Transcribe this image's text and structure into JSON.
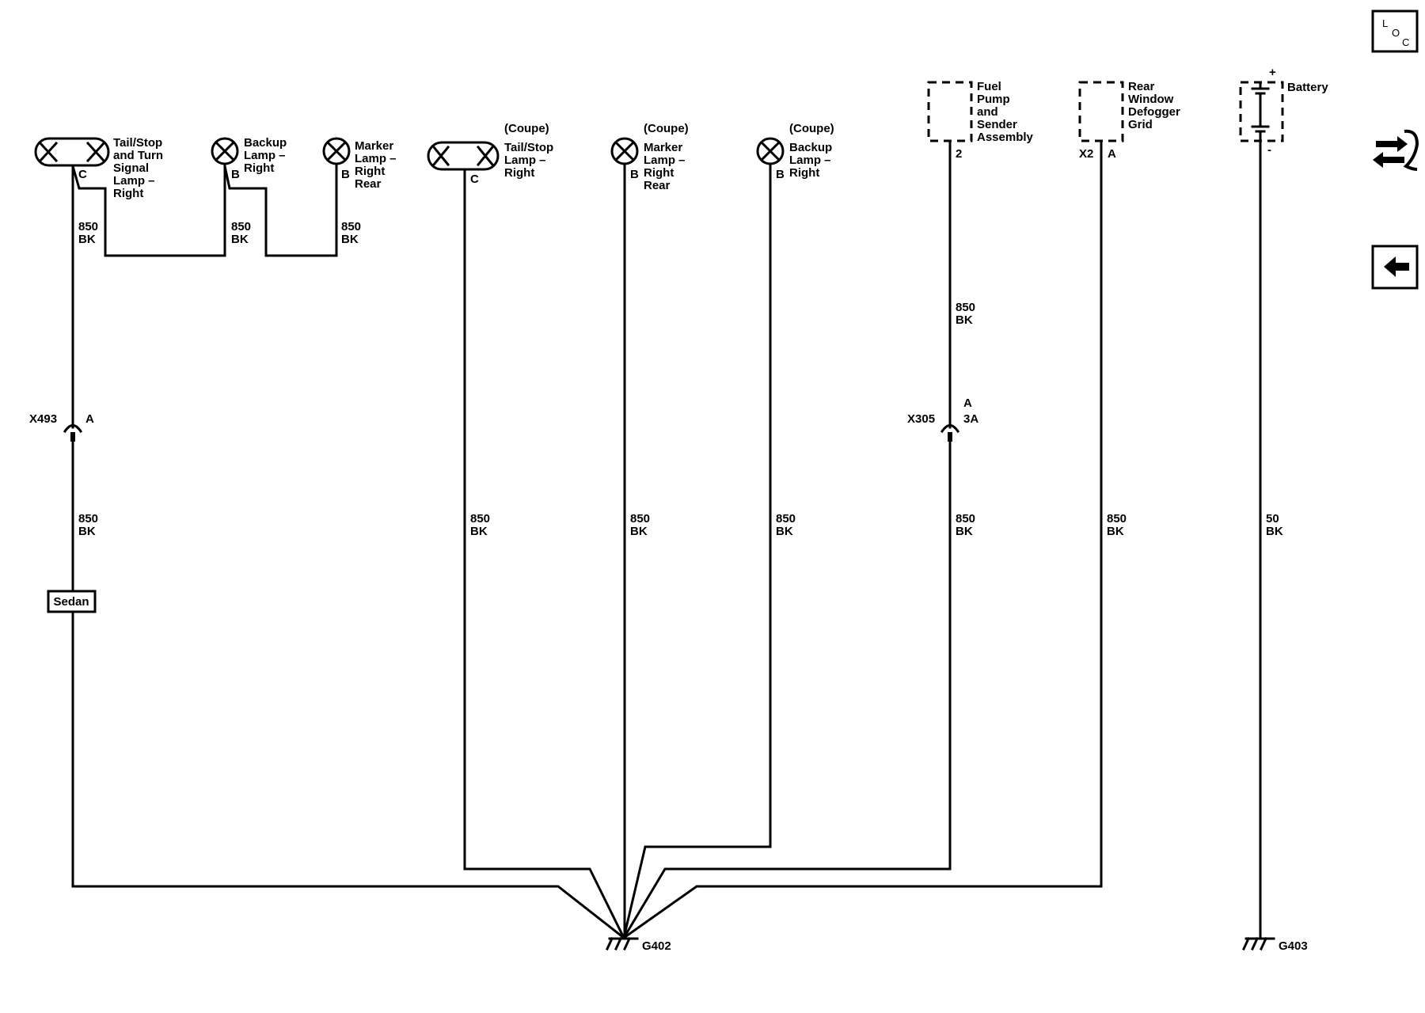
{
  "components": {
    "tail_stop_turn_right": {
      "label": [
        "Tail/Stop",
        "and Turn",
        "Signal",
        "Lamp –",
        "Right"
      ],
      "pin": "C"
    },
    "backup_lamp_right_sedan": {
      "label": [
        "Backup",
        "Lamp –",
        "Right"
      ],
      "pin": "B"
    },
    "marker_lamp_right_rear_sedan": {
      "label": [
        "Marker",
        "Lamp –",
        "Right",
        "Rear"
      ],
      "pin": "B"
    },
    "tail_stop_lamp_right_coupe": {
      "variant": "(Coupe)",
      "label": [
        "Tail/Stop",
        "Lamp –",
        "Right"
      ],
      "pin": "C"
    },
    "marker_lamp_right_rear_coupe": {
      "variant": "(Coupe)",
      "label": [
        "Marker",
        "Lamp –",
        "Right",
        "Rear"
      ],
      "pin": "B"
    },
    "backup_lamp_right_coupe": {
      "variant": "(Coupe)",
      "label": [
        "Backup",
        "Lamp –",
        "Right"
      ],
      "pin": "B"
    },
    "fuel_pump_sender": {
      "label": [
        "Fuel",
        "Pump",
        "and",
        "Sender",
        "Assembly"
      ],
      "pin": "2"
    },
    "rear_window_defogger": {
      "label": [
        "Rear",
        "Window",
        "Defogger",
        "Grid"
      ],
      "connector": "X2",
      "pin": "A"
    },
    "battery": {
      "label": "Battery",
      "plus": "+",
      "minus": "-"
    }
  },
  "wires": {
    "w1": {
      "circuit": "850",
      "color": "BK"
    },
    "w2": {
      "circuit": "850",
      "color": "BK"
    },
    "w3": {
      "circuit": "850",
      "color": "BK"
    },
    "w4": {
      "circuit": "850",
      "color": "BK"
    },
    "w5": {
      "circuit": "850",
      "color": "BK"
    },
    "w6": {
      "circuit": "850",
      "color": "BK"
    },
    "w7": {
      "circuit": "850",
      "color": "BK"
    },
    "w8": {
      "circuit": "850",
      "color": "BK"
    },
    "w9": {
      "circuit": "850",
      "color": "BK"
    },
    "w10": {
      "circuit": "850",
      "color": "BK"
    },
    "w11": {
      "circuit": "50",
      "color": "BK"
    }
  },
  "connectors": {
    "x493": {
      "name": "X493",
      "pin": "A"
    },
    "x305": {
      "name": "X305",
      "pin_top": "A",
      "pin_bottom": "3A"
    }
  },
  "option_box": "Sedan",
  "grounds": {
    "g402": "G402",
    "g403": "G403"
  },
  "nav": {
    "loc_letters": [
      "L",
      "O",
      "C"
    ],
    "icons": [
      "loc-icon",
      "connector-swap-icon",
      "back-arrow-icon"
    ]
  }
}
